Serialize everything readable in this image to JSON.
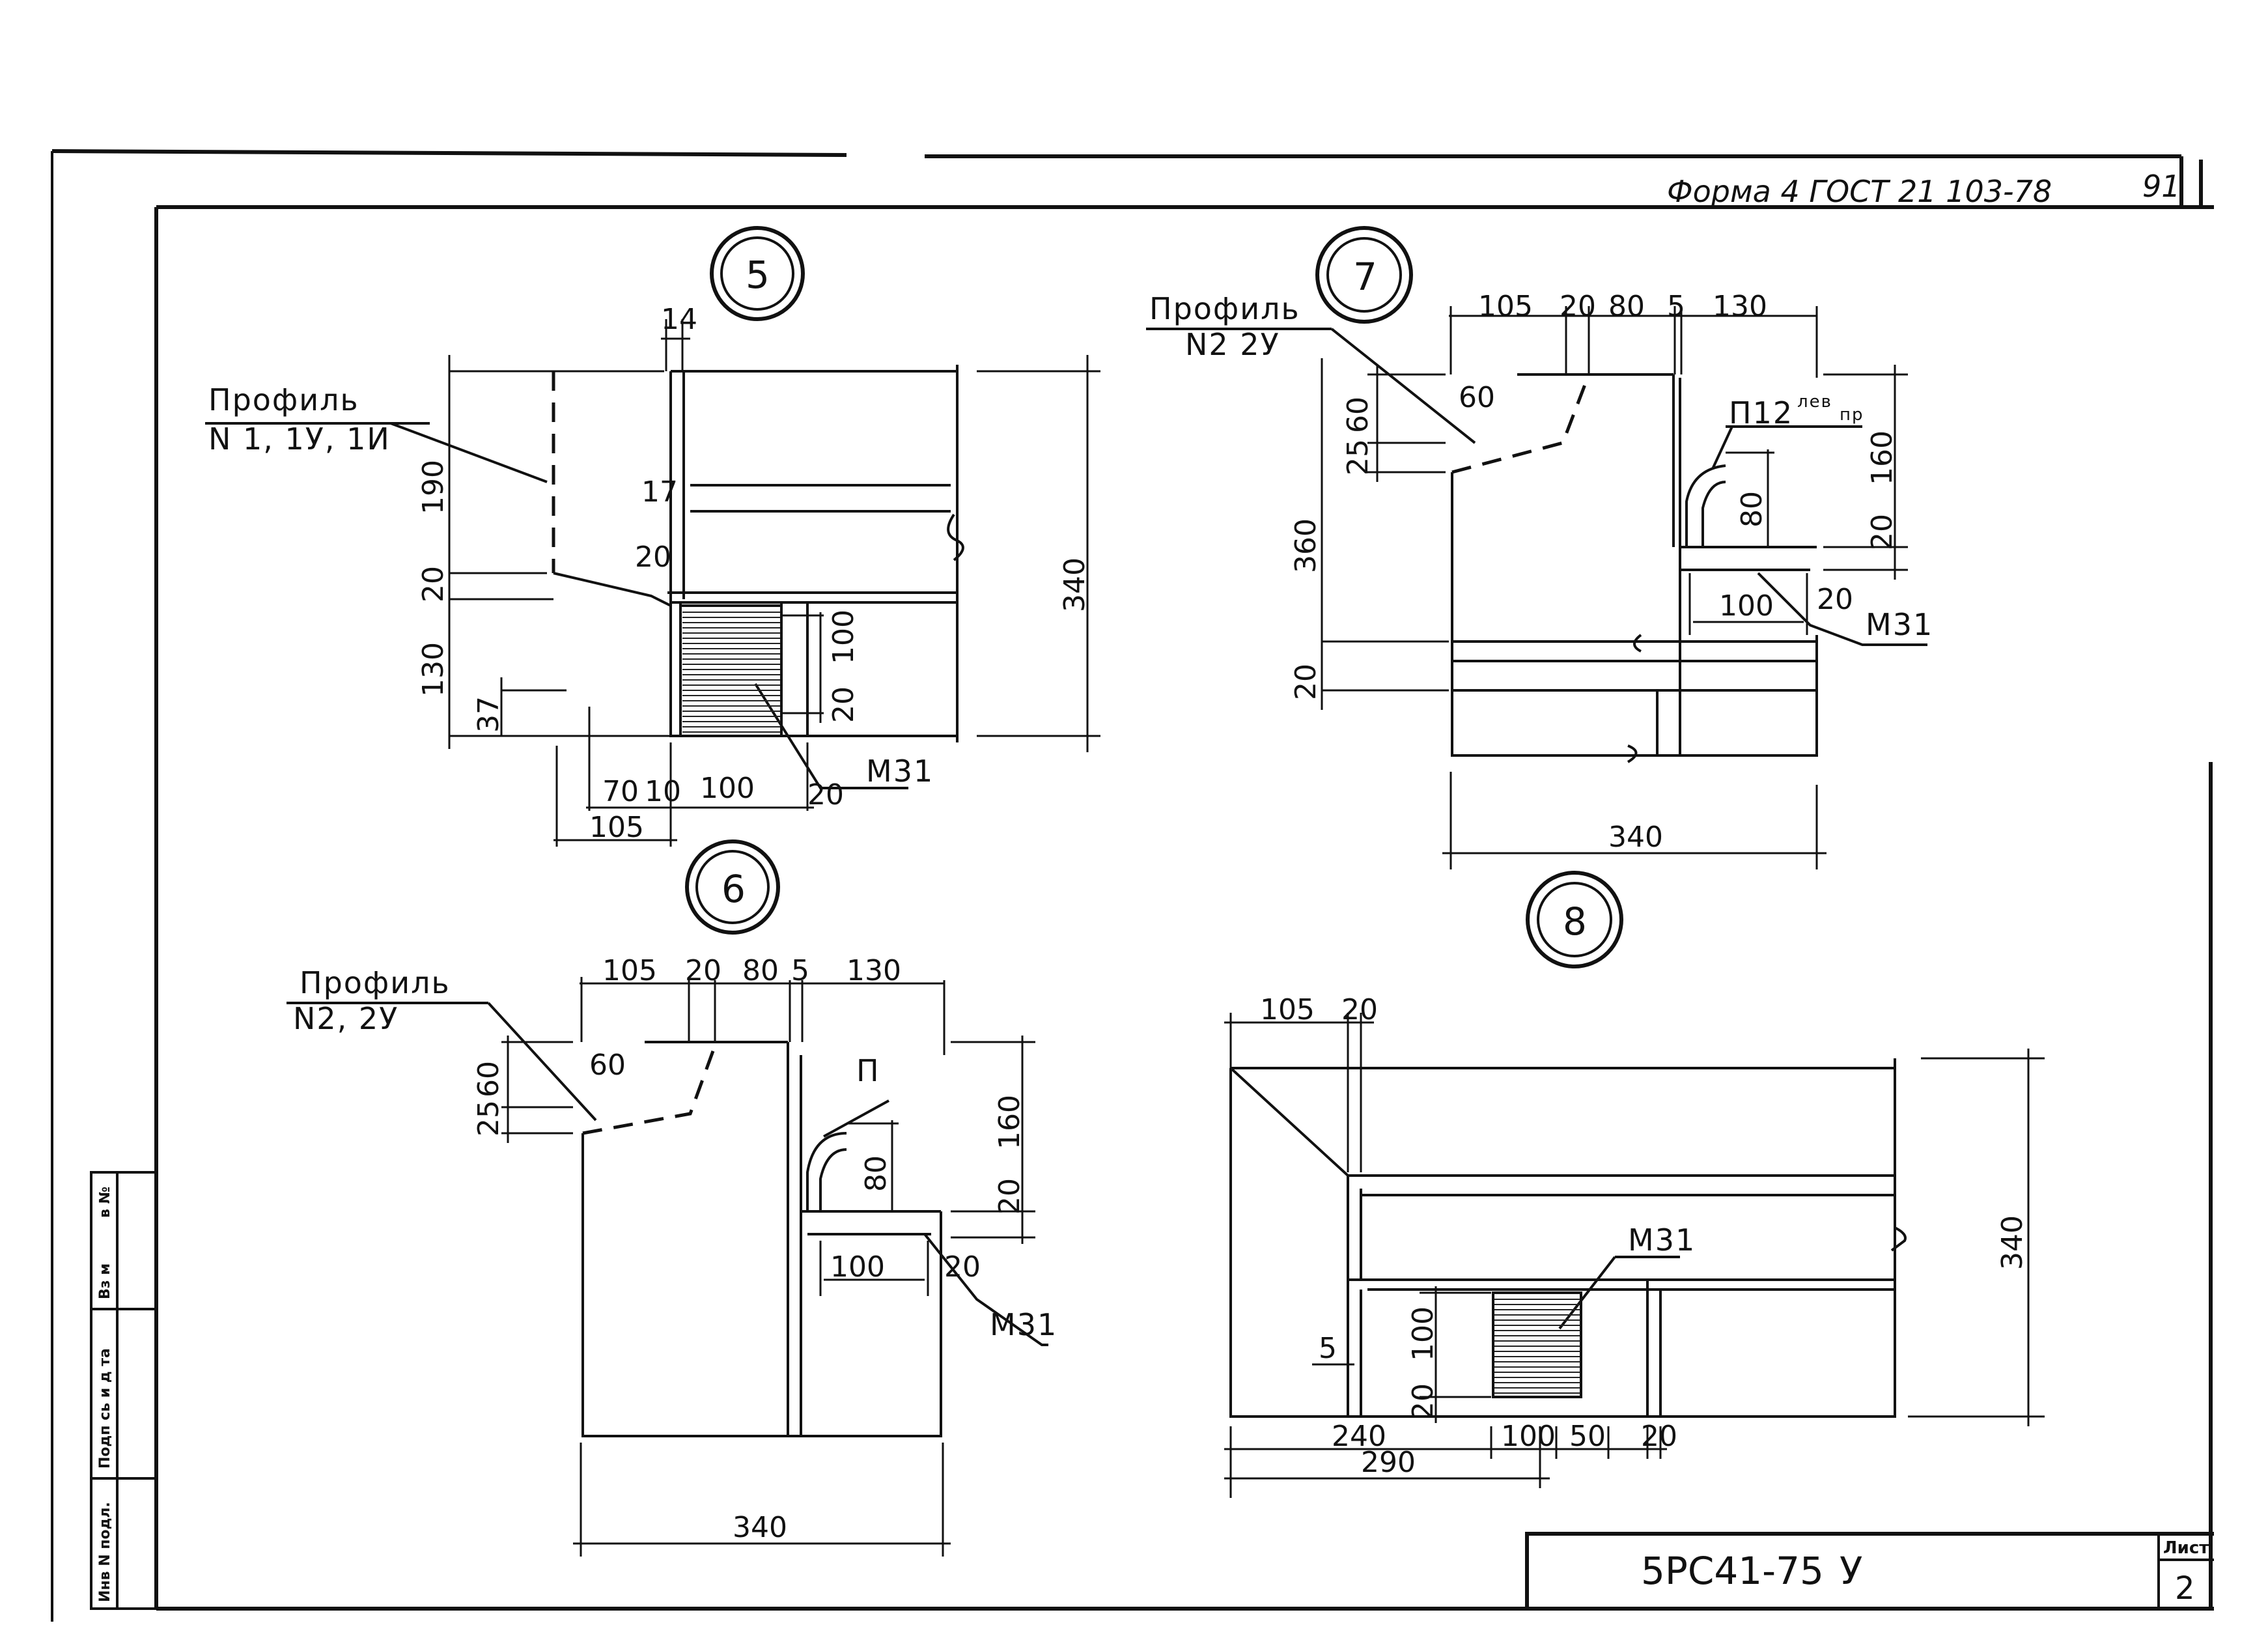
{
  "header": {
    "form_ref": "Форма 4 ГОСТ 21 103-78",
    "page_number": "91"
  },
  "title_block": {
    "code": "5РС41-75",
    "suffix": "У",
    "sheet_label": "Лист",
    "sheet_number": "2"
  },
  "side_strip": [
    "Инв N подл.",
    "Подп сь и д та",
    "Вз м",
    "в №"
  ],
  "details": {
    "d5": {
      "number": "5",
      "profile_title": "Профиль",
      "profile_ids": "N 1, 1У, 1И",
      "dims": {
        "top": "14",
        "h190": "190",
        "h20": "20",
        "h130": "130",
        "h37": "37",
        "n17": "17",
        "n20": "20",
        "h100": "100",
        "h20b": "20",
        "total": "340",
        "w70": "70",
        "w10": "10",
        "w100": "100",
        "w20": "20",
        "w105": "105"
      },
      "mark": "М31"
    },
    "d6": {
      "number": "6",
      "profile_title": "Профиль",
      "profile_ids": "N2, 2У",
      "dims": {
        "w105": "105",
        "w20": "20",
        "w80": "80",
        "w5": "5",
        "w130": "130",
        "h60": "60",
        "h25": "25",
        "h60b": "60",
        "h80": "80",
        "h160": "160",
        "h20": "20",
        "w100": "100",
        "w20b": "20",
        "total": "340"
      },
      "p_label": "П",
      "mark": "М31"
    },
    "d7": {
      "number": "7",
      "profile_title": "Профиль",
      "profile_ids": "N2 2У",
      "dims": {
        "w105": "105",
        "w20": "20",
        "w80": "80",
        "w5": "5",
        "w130": "130",
        "h60": "60",
        "h25": "25",
        "h60b": "60",
        "h360": "360",
        "h20": "20",
        "h80": "80",
        "h160": "160",
        "h20b": "20",
        "w100": "100",
        "w20b": "20",
        "total": "340"
      },
      "p_label": "П12",
      "p_sup": "лев",
      "p_sub": "пр",
      "mark": "М31"
    },
    "d8": {
      "number": "8",
      "dims": {
        "w105": "105",
        "w20": "20",
        "h5": "5",
        "h100": "100",
        "h20": "20",
        "w240": "240",
        "w100": "100",
        "w50": "50",
        "w20b": "20",
        "w290": "290",
        "total": "340"
      },
      "mark": "М31"
    }
  }
}
